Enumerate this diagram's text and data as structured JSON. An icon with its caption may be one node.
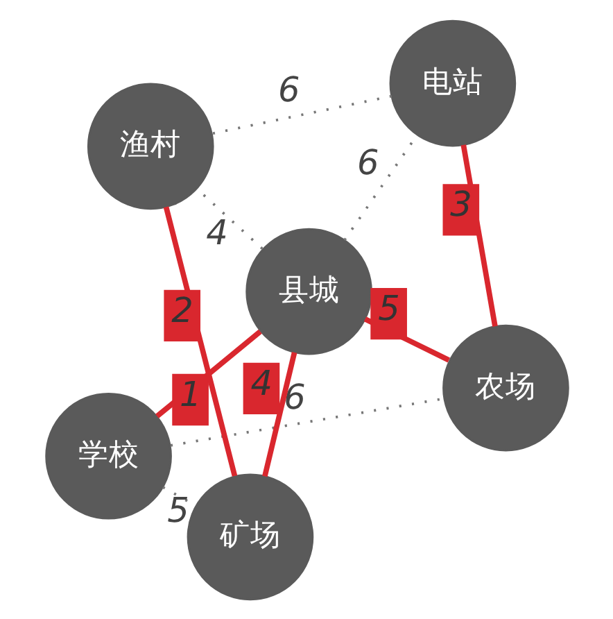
{
  "diagram": {
    "nodes": [
      {
        "text": [
          "学校"
        ]
      },
      {
        "text": [
          "农场"
        ]
      },
      {
        "text": [
          "矿场"
        ]
      },
      {
        "text": [
          "县城"
        ]
      },
      {
        "text": [
          "电站"
        ]
      },
      {
        "text": [
          "渔村"
        ]
      }
    ],
    "edges": [
      {
        "from": 0,
        "to": 1,
        "arrow": "none",
        "label": "6",
        "style": "dashed"
      },
      {
        "from": 0,
        "to": 2,
        "arrow": "none",
        "label": "5",
        "style": "dashed"
      },
      {
        "from": 0,
        "to": 3,
        "arrow": "none",
        "label": "1",
        "style": "thick",
        "color": "#d9272e"
      },
      {
        "from": 1,
        "to": 3,
        "arrow": "none",
        "label": "5",
        "style": "thick",
        "color": "#d9272e"
      },
      {
        "from": 2,
        "to": 3,
        "arrow": "none",
        "label": "4",
        "style": "thick",
        "color": "#d9272e"
      },
      {
        "from": 1,
        "to": 4,
        "arrow": "none",
        "label": "3",
        "style": "thick",
        "color": "#d9272e"
      },
      {
        "from": 2,
        "to": 5,
        "arrow": "none",
        "label": "2",
        "style": "thick",
        "color": "#d9272e"
      },
      {
        "from": 3,
        "to": 4,
        "arrow": "none",
        "label": "6",
        "style": "dashed"
      },
      {
        "from": 3,
        "to": 5,
        "arrow": "none",
        "label": "4",
        "style": "dashed"
      },
      {
        "from": 4,
        "to": 5,
        "arrow": "none",
        "label": "6",
        "style": "dashed"
      }
    ]
  }
}
